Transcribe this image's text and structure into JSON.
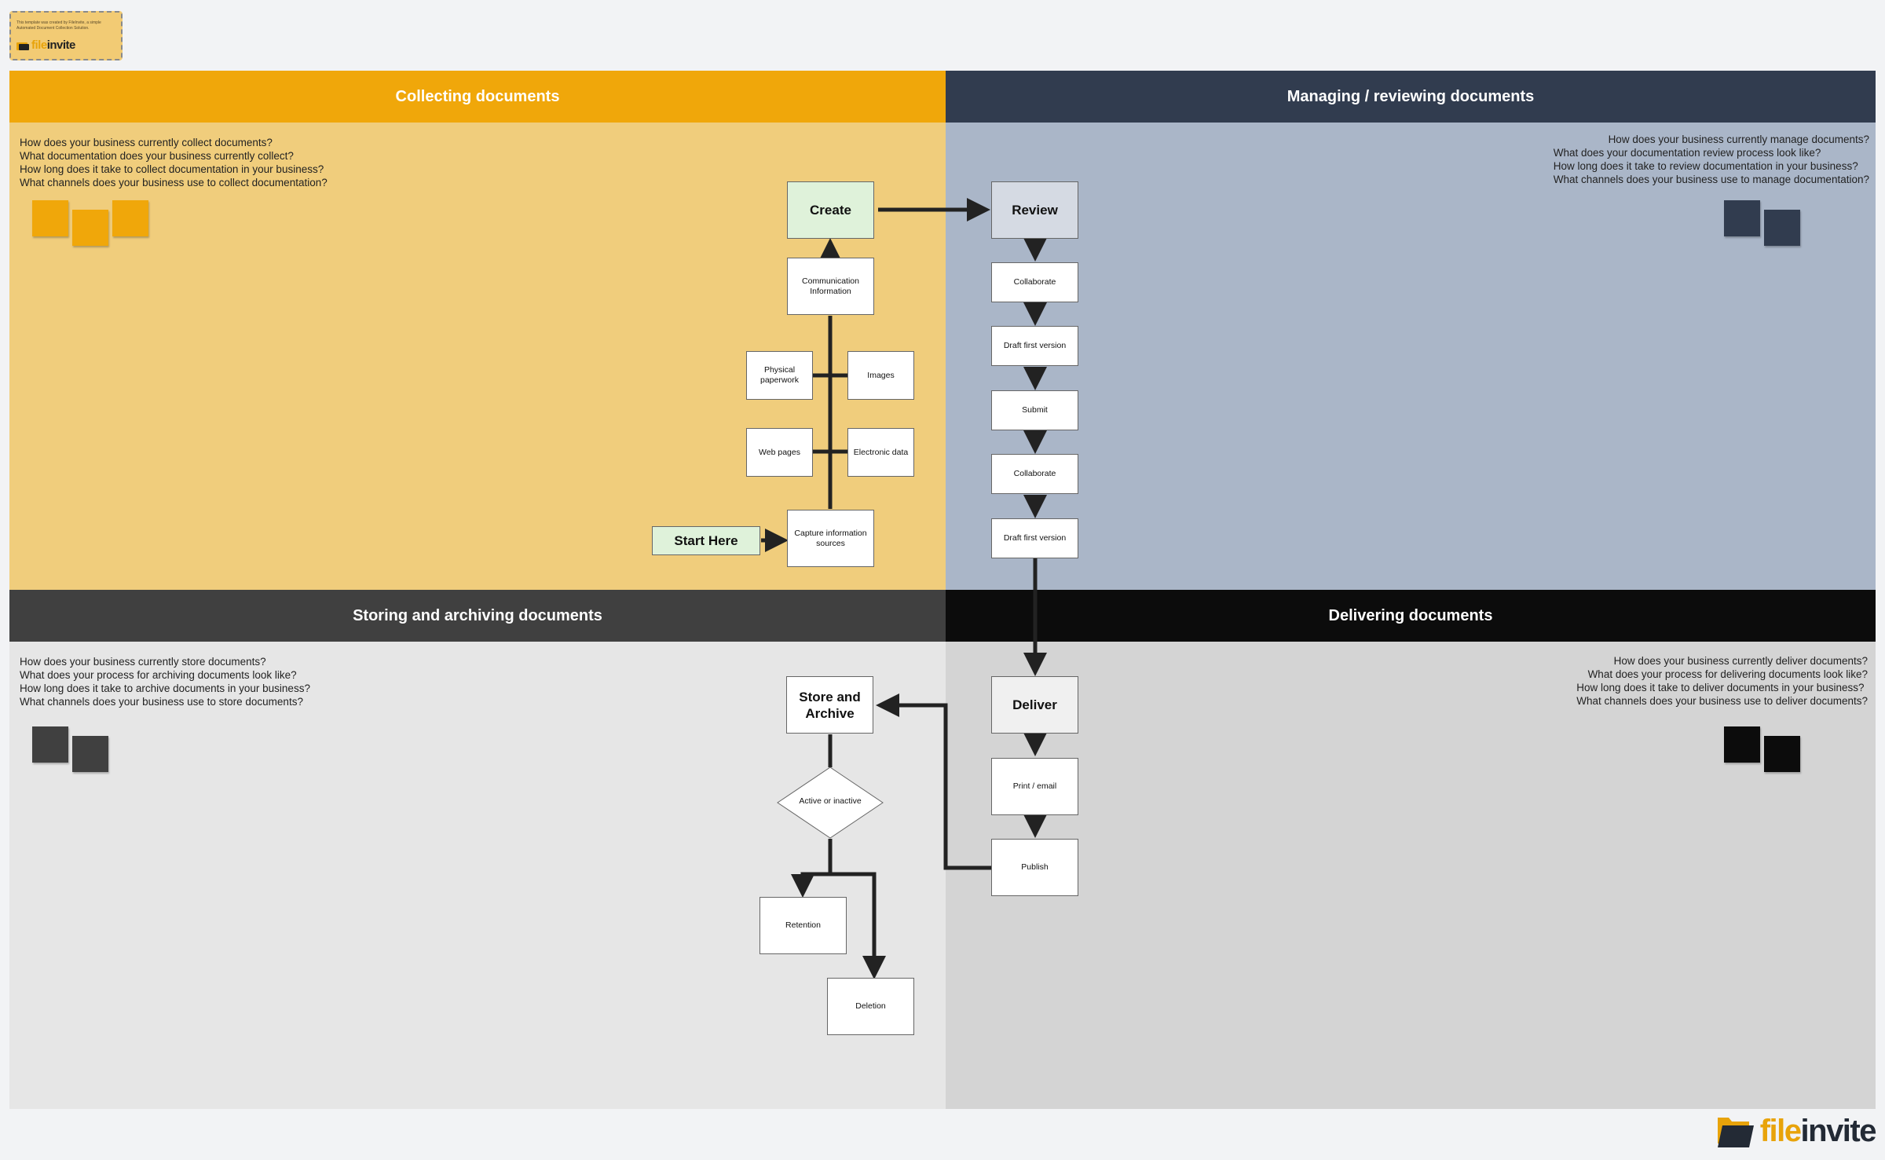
{
  "template_note": {
    "text": "This template was created by FileInvite, a simple Automated Document Collection Solution.",
    "logo_word_a": "file",
    "logo_word_b": "invite"
  },
  "quadrants": {
    "collecting": {
      "title": "Collecting documents",
      "header_color": "#f0a70a",
      "body_color": "#f0cd7c",
      "questions": [
        "How does your business currently collect documents?",
        "What documentation does your business currently collect?",
        "How long does it take to collect documentation in your business?",
        "What channels does your business use to collect documentation?"
      ]
    },
    "managing": {
      "title": "Managing / reviewing documents",
      "header_color": "#313c4f",
      "body_color": "#aab6c8",
      "questions": [
        "How does your business currently manage documents?",
        "What does your documentation review process look like?",
        "How long does it take to review documentation in your business?",
        "What channels does your business use to manage documentation?"
      ]
    },
    "storing": {
      "title": "Storing and archiving documents",
      "header_color": "#404040",
      "body_color": "#e6e6e6",
      "questions": [
        "How does your business currently store documents?",
        "What does your process for archiving documents look like?",
        "How long does it take to archive documents in your business?",
        "What channels does your business use to store documents?"
      ]
    },
    "delivering": {
      "title": "Delivering documents",
      "header_color": "#0c0c0c",
      "body_color": "#d4d4d4",
      "questions": [
        "How does your business currently deliver documents?",
        "What does your process for delivering documents look like?",
        "How long does it take to deliver documents in your business?",
        "What channels does your business use to deliver documents?"
      ]
    }
  },
  "flow": {
    "start_here": "Start Here",
    "capture": "Capture information sources",
    "web_pages": "Web pages",
    "electronic_data": "Electronic data",
    "physical_paperwork": "Physical paperwork",
    "images": "Images",
    "communication": "Communication Information",
    "create": "Create",
    "review": "Review",
    "collaborate_1": "Collaborate",
    "draft_1": "Draft first version",
    "submit": "Submit",
    "collaborate_2": "Collaborate",
    "draft_2": "Draft first version",
    "deliver": "Deliver",
    "print_email": "Print / email",
    "publish": "Publish",
    "store_archive": "Store and Archive",
    "active_inactive": "Active or inactive",
    "retention": "Retention",
    "deletion": "Deletion"
  },
  "brand": {
    "word_a": "file",
    "word_b": "invite",
    "color_a": "#e8a30a",
    "color_b": "#232a35"
  }
}
